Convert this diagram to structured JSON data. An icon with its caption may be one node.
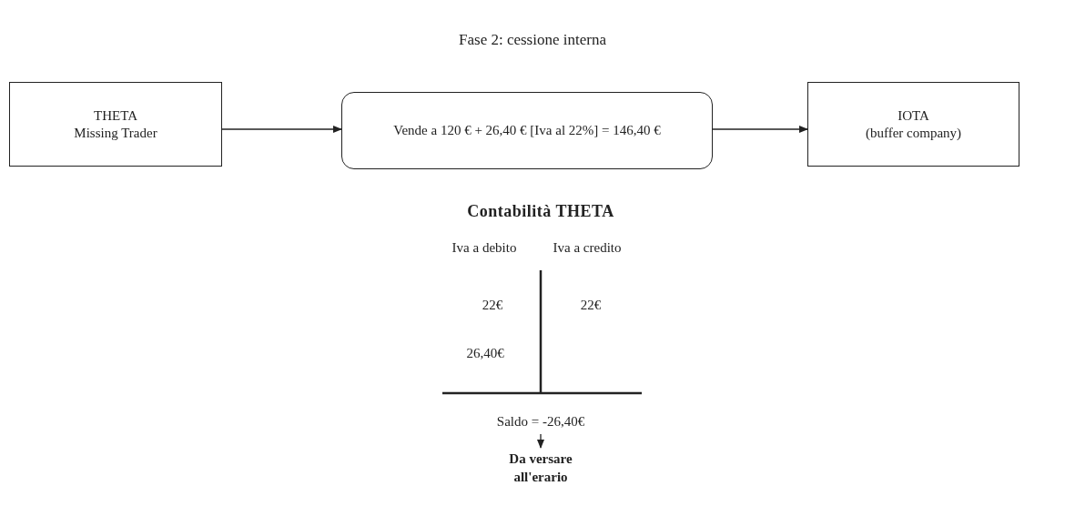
{
  "diagram": {
    "title": "Fase 2: cessione interna",
    "nodes": [
      {
        "text": [
          "THETA",
          "Missing Trader"
        ]
      },
      {
        "text": [
          "Vende a 120 € + 26,40 € [Iva al 22%] = 146,40 €"
        ]
      },
      {
        "text": [
          "IOTA",
          "(buffer company)"
        ]
      },
      {
        "text": [
          "Saldo = -26,40€"
        ]
      },
      {
        "text": [
          "Da versare all'erario"
        ]
      }
    ],
    "edges": [
      {
        "from": 0,
        "to": 1,
        "arrow": "to"
      },
      {
        "from": 1,
        "to": 2,
        "arrow": "to"
      },
      {
        "from": 3,
        "to": 4,
        "arrow": "to"
      }
    ],
    "labels": [
      "Contabilità THETA",
      "Iva a debito",
      "Iva a credito",
      "22€",
      "22€",
      "26,40€"
    ]
  }
}
